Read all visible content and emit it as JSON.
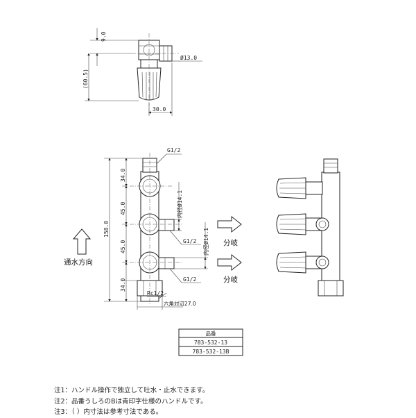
{
  "side_view": {
    "dim_top": "9.0",
    "dim_height": "(60.5)",
    "dim_pipe_dia": "Ø13.0",
    "dim_width": "30.0"
  },
  "front_view": {
    "label_g_top": "G1/2",
    "label_g_mid": "G1/2",
    "label_g_bot": "G1/2",
    "label_rc": "Rc1/2",
    "label_hex": "六角対辺27.0",
    "label_inner_1": "内径Ø14.1",
    "label_inner_2": "内径Ø14.1",
    "dim_total": "158.0",
    "dim_seg_1": "34.0",
    "dim_seg_2": "45.0",
    "dim_seg_3": "45.0",
    "dim_seg_4": "34.0",
    "flow_label": "通水方向",
    "branch_1": "分岐",
    "branch_2": "分岐"
  },
  "parts_table": {
    "header": "品番",
    "rows": [
      "783-532-13",
      "783-532-13B"
    ]
  },
  "notes": [
    "注1：ハンドル操作で独立して吐水・止水できます。",
    "注2：品番うしろのBは青印字仕様のハンドルです。",
    "注3：（ ）内寸法は参考寸法である。"
  ]
}
